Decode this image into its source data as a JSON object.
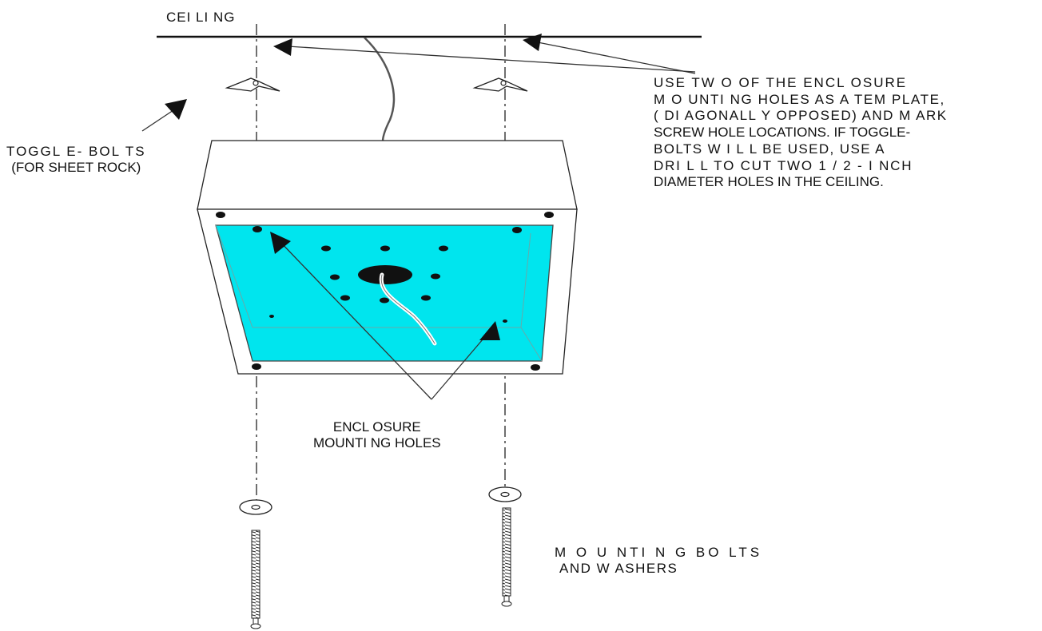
{
  "labels": {
    "ceiling": "CEI LI NG",
    "toggle_bolts": [
      "TOGGL E- BOL TS",
      "(FOR SHEET ROCK)"
    ],
    "instructions": [
      "USE  TW O  OF  THE  ENCL OSURE",
      "M O UNTI NG  HOLES  AS  A  TEM PLATE,",
      "( DI AGONALL Y  OPPOSED)   AND  M ARK",
      "SCREW HOLE LOCATIONS. IF TOGGLE-",
      "BOLTS  W I L L  BE  USED,     USE  A",
      "DRI L L   TO  CUT  TWO  1 / 2 - I NCH",
      "DIAMETER HOLES IN THE CEILING."
    ],
    "enclosure_holes": [
      "ENCL OSURE",
      "MOUNTI NG HOLES"
    ],
    "mounting_bolts": [
      "M O U NTI N G   BO LTS",
      "AND  W ASHERS"
    ]
  },
  "colors": {
    "line": "#111111",
    "panel": "#00e5ee",
    "panel_edge": "#555555",
    "box_face": "#ffffff",
    "hole": "#111111"
  },
  "icons": [
    "toggle-bolt-icon",
    "mounting-bolt-icon",
    "washer-icon",
    "arrow-icon"
  ]
}
